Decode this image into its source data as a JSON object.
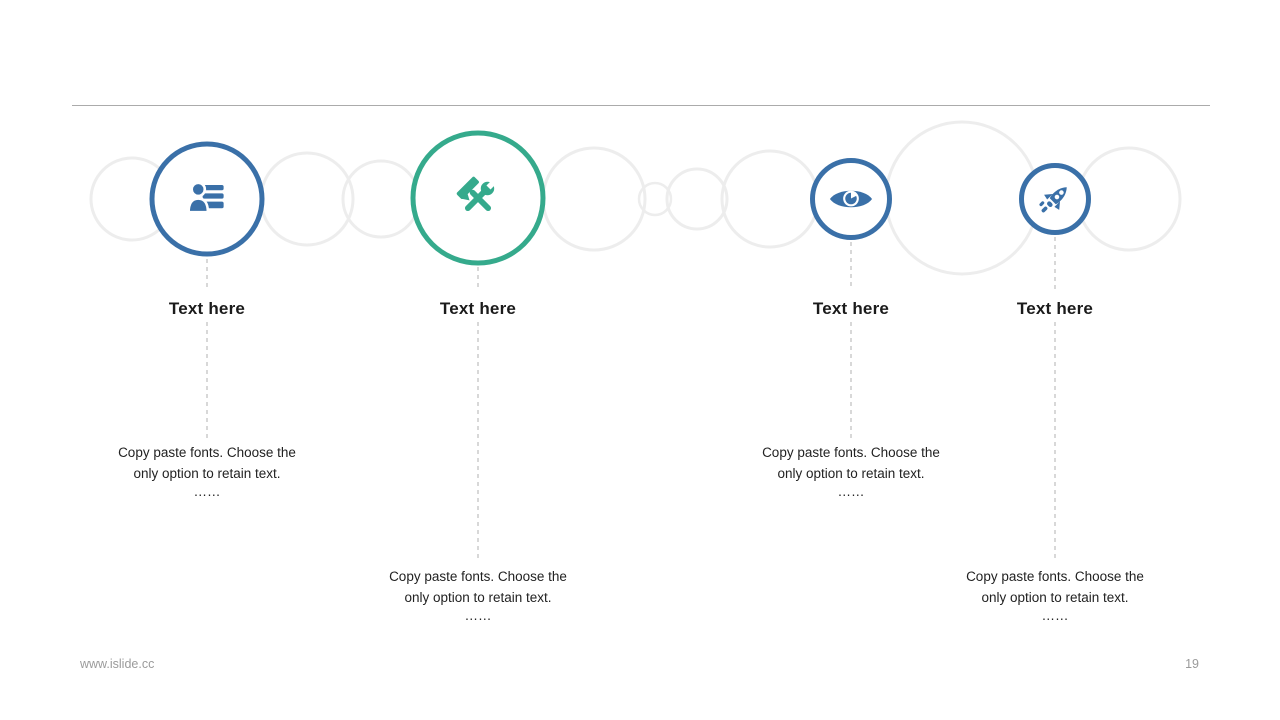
{
  "page": {
    "footer_url": "www.islide.cc",
    "page_number": "19"
  },
  "colors": {
    "blue_accent": "#3A70A8",
    "green_accent": "#35AA8C",
    "decorative_circle_stroke": "#EDEDED",
    "dashed_line": "#BDBDBD",
    "divider_line": "#ABABAB",
    "title_text": "#1B1B1B",
    "body_text": "#222222",
    "footer_text": "#9B9B9B"
  },
  "steps": [
    {
      "title": "Text here",
      "icon": "user-list-icon",
      "accent": "#3A70A8",
      "description": "Copy paste fonts. Choose the only option to retain text.",
      "ellipsis": "……"
    },
    {
      "title": "Text here",
      "icon": "tools-icon",
      "accent": "#35AA8C",
      "description": "Copy paste fonts. Choose the only option to retain text.",
      "ellipsis": "……"
    },
    {
      "title": "Text here",
      "icon": "eye-icon",
      "accent": "#3A70A8",
      "description": "Copy paste fonts. Choose the only option to retain text.",
      "ellipsis": "……"
    },
    {
      "title": "Text here",
      "icon": "rocket-icon",
      "accent": "#3A70A8",
      "description": "Copy paste fonts. Choose the only option to retain text.",
      "ellipsis": "……"
    }
  ]
}
